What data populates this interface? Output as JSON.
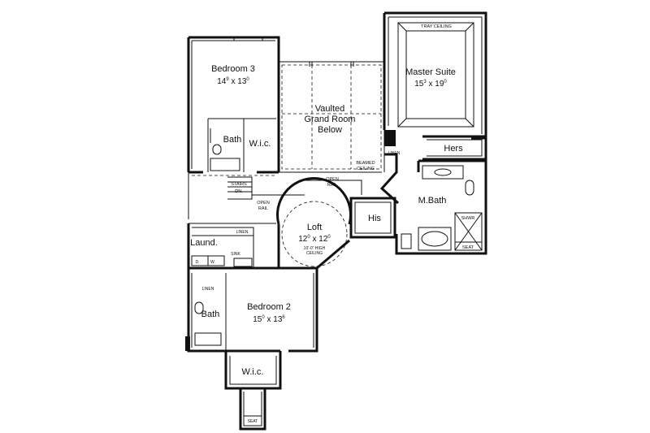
{
  "rooms": {
    "bedroom3": {
      "name": "Bedroom 3",
      "dim_w": "14",
      "dim_w_sup": "9",
      "dim_h": "13",
      "dim_h_sup": "0"
    },
    "master_suite": {
      "name": "Master Suite",
      "dim_w": "15",
      "dim_w_sup": "3",
      "dim_h": "19",
      "dim_h_sup": "0"
    },
    "vaulted": {
      "line1": "Vaulted",
      "line2": "Grand Room",
      "line3": "Below"
    },
    "loft": {
      "name": "Loft",
      "dim_w": "12",
      "dim_w_sup": "0",
      "dim_h": "12",
      "dim_h_sup": "0",
      "note1": "10'-0\" HIGH",
      "note2": "CEILING"
    },
    "bedroom2": {
      "name": "Bedroom 2",
      "dim_w": "15",
      "dim_w_sup": "0",
      "dim_h": "13",
      "dim_h_sup": "6"
    },
    "bath_upper": {
      "name": "Bath"
    },
    "wic_upper": {
      "name": "W.i.c."
    },
    "bath_lower": {
      "name": "Bath"
    },
    "wic_lower": {
      "name": "W.i.c."
    },
    "laundry": {
      "name": "Laund."
    },
    "his": {
      "name": "His"
    },
    "hers": {
      "name": "Hers"
    },
    "mbath": {
      "name": "M.Bath"
    }
  },
  "labels": {
    "tray_ceiling": "TRAY CEILING",
    "beamed_ceiling_1": "BEAMED",
    "beamed_ceiling_2": "CEILING",
    "open_rail_1a": "OPEN",
    "open_rail_1b": "RAIL",
    "open_rail_2a": "OPEN",
    "open_rail_2b": "RAIL",
    "stairs": "STAIRS",
    "dn": "DN.",
    "linen_master": "LINEN",
    "linen_laundry": "LINEN",
    "linen_bath2": "LINEN",
    "sink": "SINK",
    "washer": "W.",
    "dryer": "D.",
    "shower": "SHWR",
    "seat_master": "SEAT",
    "seat_bottom": "SEAT"
  }
}
